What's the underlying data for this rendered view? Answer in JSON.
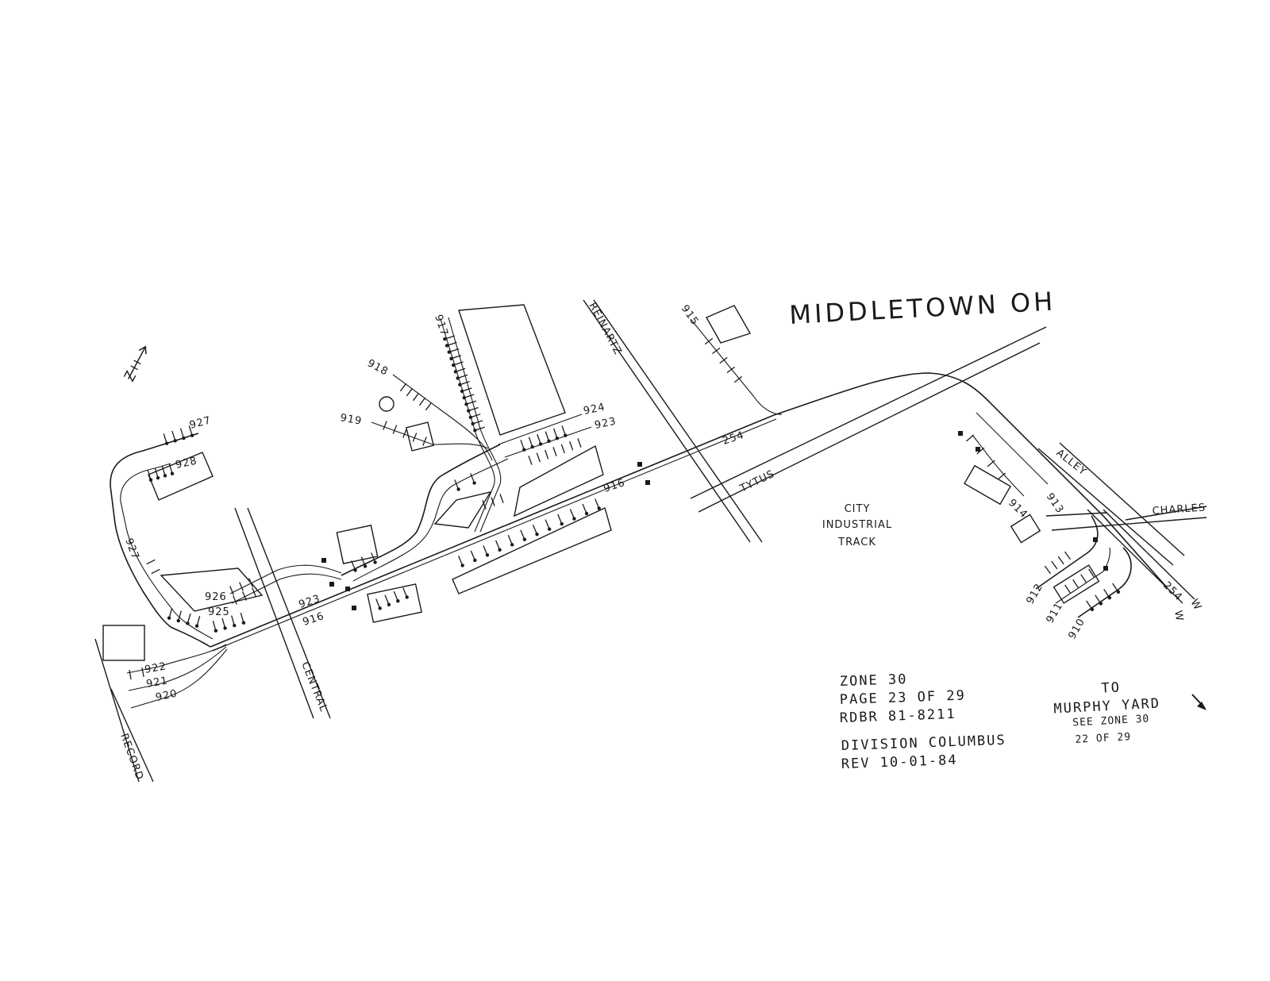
{
  "map": {
    "title": "MIDDLETOWN OH",
    "district_label": [
      "CITY",
      "INDUSTRIAL",
      "TRACK"
    ],
    "streets": {
      "reinartz": "REINARTZ",
      "tytus": "TYTUS",
      "central": "CENTRAL",
      "record": "RECORD",
      "alley": "ALLEY",
      "charles": "CHARLES"
    },
    "track_labels": {
      "t927_top": "927",
      "t928": "928",
      "t927_left": "927",
      "t926": "926",
      "t925": "925",
      "t922": "922",
      "t921": "921",
      "t920": "920",
      "t923_a": "923",
      "t916_a": "916",
      "t917": "917",
      "t918": "918",
      "t919": "919",
      "t924": "924",
      "t923_b": "923",
      "t916_b": "916",
      "t254_a": "254",
      "t915": "915",
      "t913": "913",
      "t914": "914",
      "t912": "912",
      "t911": "911",
      "t910": "910",
      "t254_w": "254",
      "w1": "W",
      "w2": "W"
    },
    "info_block": {
      "zone": "ZONE 30",
      "page": "PAGE  23 OF 29",
      "rdbr": "RDBR  81-8211",
      "division": "DIVISION COLUMBUS",
      "rev": "REV 10-01-84"
    },
    "to_block": {
      "to": "TO",
      "murphy": "MURPHY YARD",
      "see": "SEE ZONE 30",
      "page": "22 OF 29"
    },
    "icons": {
      "north_arrow": "north-arrow-icon",
      "direction_arrow": "direction-arrow-icon"
    }
  }
}
